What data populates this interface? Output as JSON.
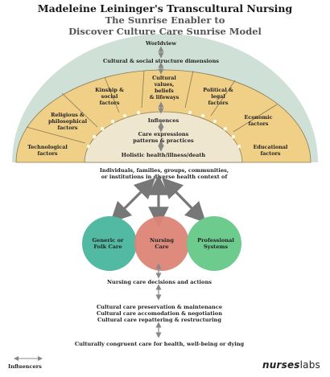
{
  "title": {
    "line1": "Madeleine Leininger's Transcultural Nursing",
    "line2": "The Sunrise Enabler to",
    "line3": "Discover Culture Care Sunrise Model"
  },
  "colors": {
    "outer_arc": "#cfe0d6",
    "band": "#f0cf87",
    "band_stroke": "#8a7a55",
    "inner_arc": "#efe6cf",
    "sun_ray": "#fff8dc",
    "arrow": "#777777",
    "generic_care": "#52b9a3",
    "nursing_care": "#dc8577",
    "professional_systems": "#6ccb8d",
    "text": "#222222"
  },
  "sunrise": {
    "worldview": "Worldview",
    "cultural_social": "Cultural & social structure dimensions",
    "factors": [
      "Technological factors",
      "Religious & philosophical factors",
      "Kinship & social factors",
      "Cultural values, beliefs & lifeways",
      "Political & legal factors",
      "Economic factors",
      "Educational factors"
    ],
    "influences": "Influences",
    "care_expressions": "Care expressions patterns & practices",
    "holistic_health": "Holistic health/illness/death"
  },
  "middle": {
    "individuals": "Individuals, families, groups, communities, or institutions in diverse health context of",
    "circles": {
      "generic": "Generic or Folk Care",
      "nursing": "Nursing Care",
      "professional": "Professional Systems"
    },
    "decisions": "Nursing care decisions and actions",
    "preservation": "Cultural care preservation & maintenance",
    "accomodation": "Cultural care accomodation & negotiation",
    "repattering": "Cultural care repattering & restructuring",
    "congruent": "Culturally congruent care for health, well-being or dying"
  },
  "legend": {
    "influencers": "Influencers"
  },
  "brand": {
    "logo_text_a": "nurses",
    "logo_text_b": "labs"
  }
}
